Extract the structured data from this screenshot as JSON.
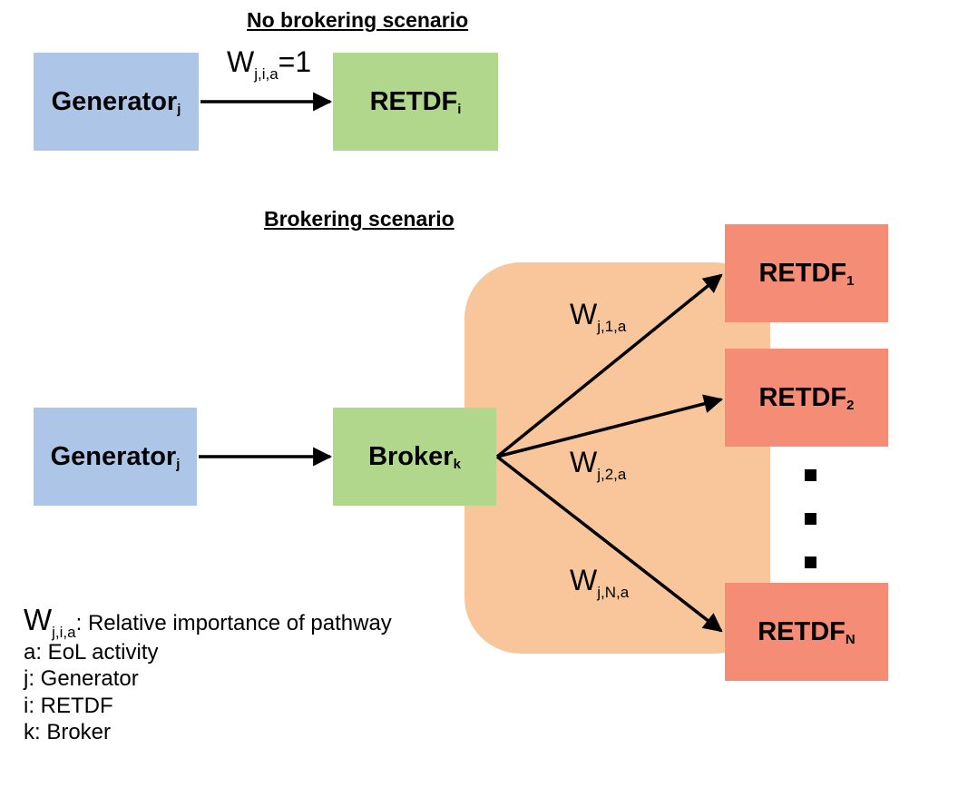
{
  "no_brokering": {
    "title": "No brokering scenario",
    "generator": {
      "label": "Generator",
      "sub": "j"
    },
    "retdf": {
      "label": "RETDF",
      "sub": "i"
    },
    "weight": {
      "label": "W",
      "sub": "j,i,a",
      "suffix": "=1"
    }
  },
  "brokering": {
    "title": "Brokering scenario",
    "generator": {
      "label": "Generator",
      "sub": "j"
    },
    "broker": {
      "label": "Broker",
      "sub": "k"
    },
    "retdfs": [
      {
        "label": "RETDF",
        "sub": "1"
      },
      {
        "label": "RETDF",
        "sub": "2"
      },
      {
        "label": "RETDF",
        "sub": "N"
      }
    ],
    "weights": [
      {
        "label": "W",
        "sub": "j,1,a"
      },
      {
        "label": "W",
        "sub": "j,2,a"
      },
      {
        "label": "W",
        "sub": "j,N,a"
      }
    ]
  },
  "legend": {
    "weight_symbol": "W",
    "weight_sub": "j,i,a",
    "weight_desc": ": Relative importance of pathway",
    "lines": [
      "a: EoL activity",
      "j: Generator",
      "i: RETDF",
      "k: Broker"
    ]
  },
  "colors": {
    "generator": "#adc5e6",
    "broker_retdf_green": "#b0d78b",
    "retdf_red": "#f48c76",
    "broker_region": "#f9c69b"
  }
}
